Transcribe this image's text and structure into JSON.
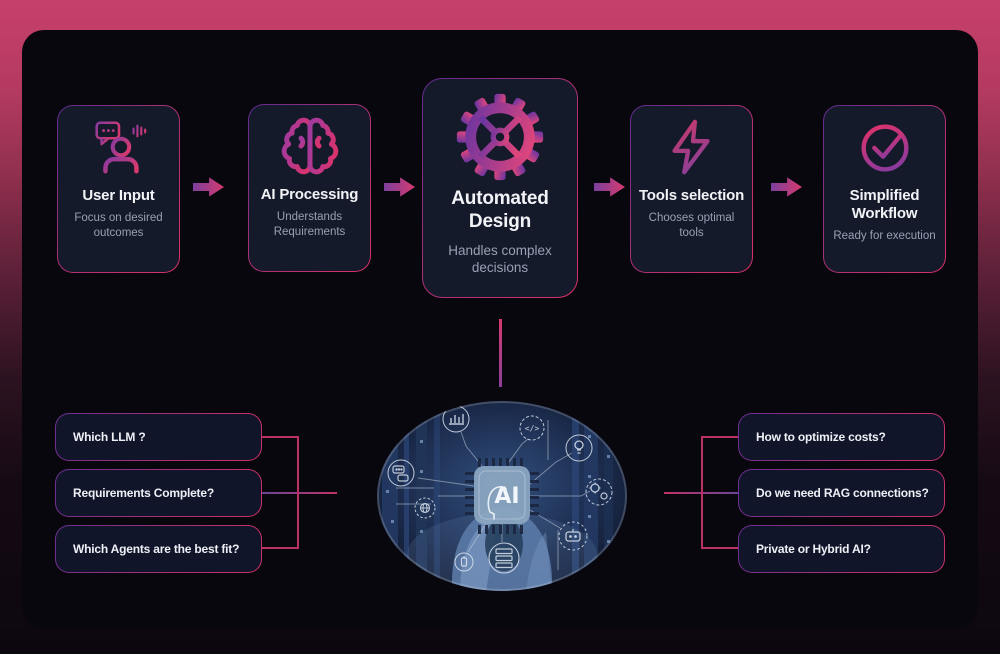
{
  "workflow": {
    "steps": [
      {
        "icon": "user-speech-icon",
        "title": "User Input",
        "subtitle": "Focus on desired outcomes"
      },
      {
        "icon": "brain-icon",
        "title": "AI Processing",
        "subtitle": "Understands Requirements"
      },
      {
        "icon": "gear-icon",
        "title": "Automated Design",
        "subtitle": "Handles complex decisions"
      },
      {
        "icon": "lightning-icon",
        "title": "Tools selection",
        "subtitle": "Chooses optimal tools"
      },
      {
        "icon": "check-circle-icon",
        "title": "Simplified Workflow",
        "subtitle": "Ready for execution"
      }
    ]
  },
  "questions": {
    "left": [
      "Which LLM ?",
      "Requirements Complete?",
      "Which Agents are the best fit?"
    ],
    "right": [
      "How to optimize costs?",
      "Do we need RAG connections?",
      "Private or Hybrid AI?"
    ]
  },
  "center_image": {
    "chip_label": "AI",
    "code_glyph": "</>",
    "surrounding_icons": [
      "bar-chart",
      "code",
      "lightbulb",
      "gears",
      "robot",
      "server",
      "battery",
      "globe",
      "chat"
    ]
  },
  "colors": {
    "frame_top": "#c7406c",
    "panel_bg": "#08070e",
    "card_bg": "#151a2b",
    "border_purple": "#5e2b90",
    "border_pink": "#da3168",
    "connector": "#bb3164",
    "title_text": "#f2f3f6",
    "subtitle_text": "#98a0b2",
    "ellipse_blue": "#2e4a78"
  }
}
